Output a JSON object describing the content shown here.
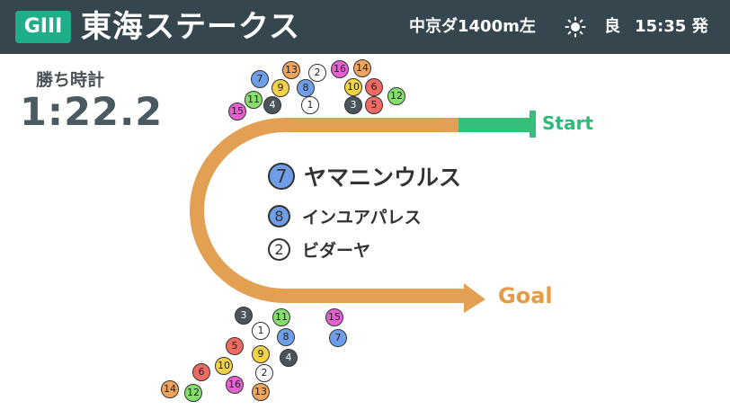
{
  "header": {
    "grade": "GIII",
    "race_name": "東海ステークス",
    "course": "中京ダ1400m左",
    "weather_icon": "sun-icon",
    "going": "良",
    "post_time": "15:35 発"
  },
  "winning_time": {
    "label": "勝ち時計",
    "value": "1:22.2"
  },
  "track": {
    "start_label": "Start",
    "goal_label": "Goal",
    "track_color": "#e3a052",
    "start_color": "#34bf7a"
  },
  "results": [
    {
      "number": "7",
      "name": "ヤマニンウルス",
      "color": "#6f9ee8"
    },
    {
      "number": "8",
      "name": "インユアパレス",
      "color": "#6f9ee8"
    },
    {
      "number": "2",
      "name": "ビダーヤ",
      "color": "#ffffff"
    }
  ],
  "gate_colors": {
    "1": "#ffffff",
    "2": "#ffffff",
    "3": "#4a555b",
    "4": "#4a555b",
    "5": "#ee6a62",
    "6": "#ee6a62",
    "7": "#6f9ee8",
    "8": "#6f9ee8",
    "9": "#f3d24a",
    "10": "#f3d24a",
    "11": "#86df6c",
    "12": "#86df6c",
    "13": "#efa45d",
    "14": "#efa45d",
    "15": "#e561d1",
    "16": "#e561d1"
  },
  "start_positions": [
    "7",
    "13",
    "2",
    "16",
    "14",
    "9",
    "8",
    "10",
    "6",
    "11",
    "12",
    "4",
    "1",
    "3",
    "5",
    "15"
  ],
  "finish_positions": [
    "3",
    "1",
    "11",
    "15",
    "8",
    "7",
    "5",
    "9",
    "4",
    "6",
    "10",
    "2",
    "14",
    "12",
    "16",
    "13"
  ]
}
